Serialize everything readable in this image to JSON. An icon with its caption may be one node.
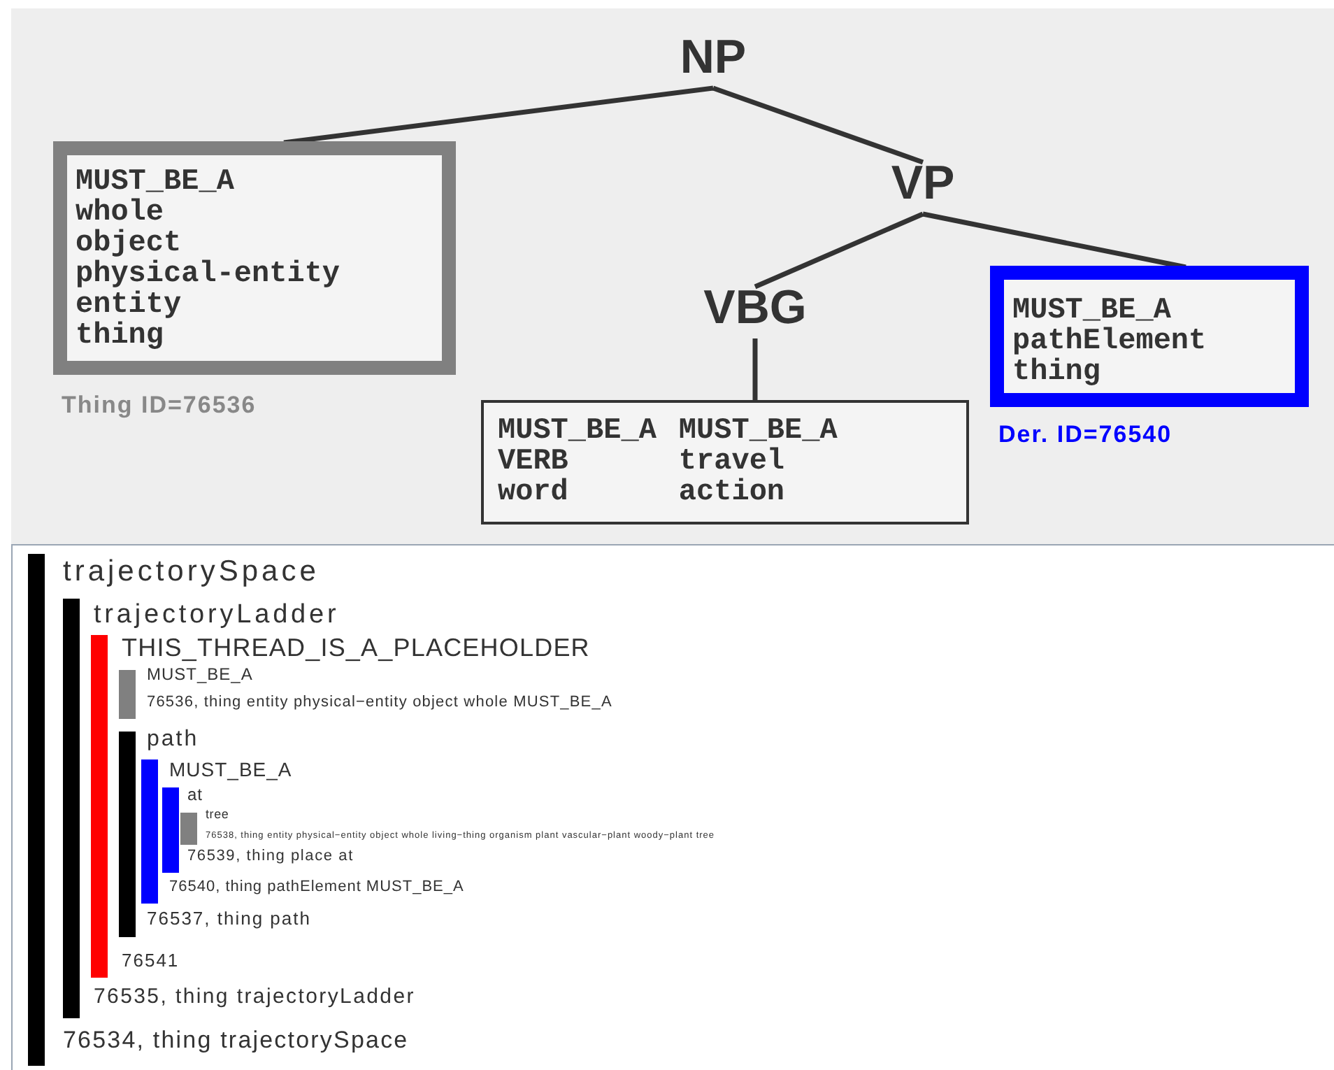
{
  "diagram": {
    "nodes": [
      {
        "text": [
          "NP"
        ]
      },
      {
        "text": [
          "MUST_BE_A",
          "whole",
          "object",
          "physical-entity",
          "entity",
          "thing"
        ],
        "beside": [
          "Thing ID=76536"
        ]
      },
      {
        "text": [
          "VP"
        ]
      },
      {
        "text": [
          "VBG"
        ]
      },
      {
        "text": [
          "MUST_BE_A",
          "pathElement",
          "thing"
        ],
        "beside": [
          "Der. ID=76540"
        ]
      },
      {
        "text": [
          "MUST_BE_A",
          "MUST_BE_A",
          "VERB",
          "travel",
          "word",
          "action"
        ]
      },
      {
        "text": [
          "trajectorySpace",
          "76534, thing trajectorySpace"
        ]
      },
      {
        "text": [
          "trajectoryLadder",
          "76535, thing trajectoryLadder"
        ]
      },
      {
        "text": [
          "THIS_THREAD_IS_A_PLACEHOLDER",
          "76541"
        ]
      },
      {
        "text": [
          "MUST_BE_A",
          "76536, thing entity physical−entity object whole MUST_BE_A"
        ]
      },
      {
        "text": [
          "path",
          "76537, thing path"
        ]
      },
      {
        "text": [
          "MUST_BE_A",
          "76540, thing pathElement MUST_BE_A"
        ]
      },
      {
        "text": [
          "at",
          "76539, thing place at"
        ]
      },
      {
        "text": [
          "tree",
          "76538, thing entity physical−entity object whole living−thing organism plant vascular−plant woody−plant tree"
        ]
      }
    ],
    "edges": [
      {
        "from": 0,
        "to": 1,
        "arrow": "none"
      },
      {
        "from": 0,
        "to": 2,
        "arrow": "none"
      },
      {
        "from": 2,
        "to": 3,
        "arrow": "none"
      },
      {
        "from": 2,
        "to": 4,
        "arrow": "none"
      },
      {
        "from": 3,
        "to": 5,
        "arrow": "none"
      }
    ]
  }
}
